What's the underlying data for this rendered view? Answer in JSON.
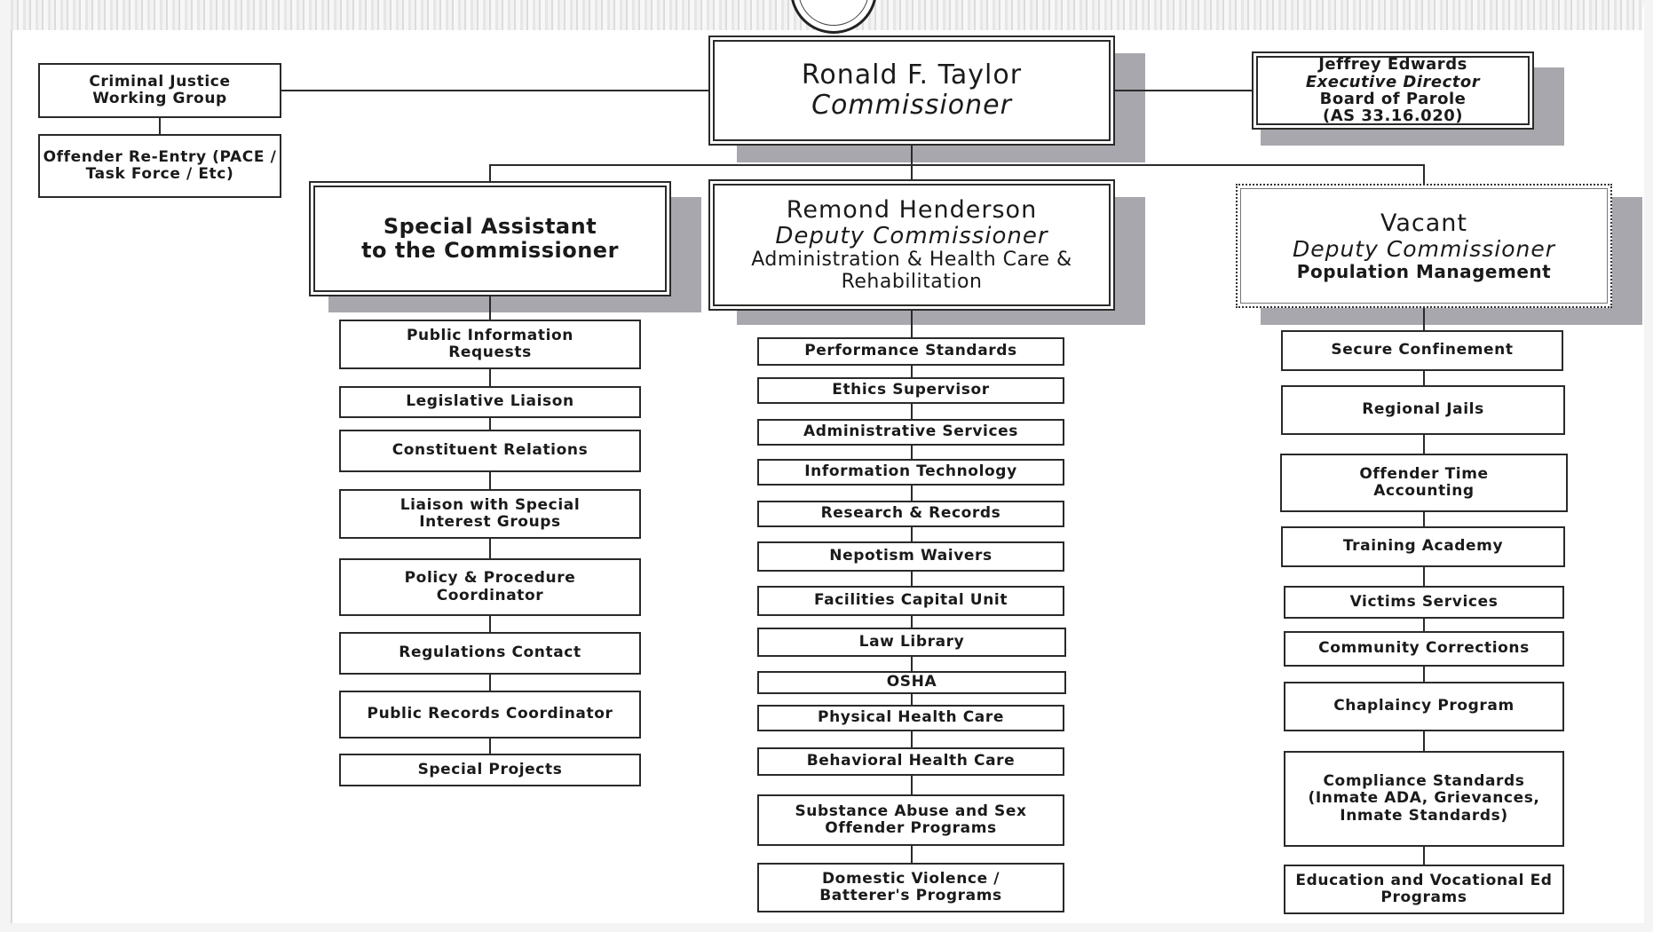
{
  "left_boxes": {
    "criminal_justice": "Criminal Justice Working Group",
    "reentry": "Offender Re-Entry (PACE / Task Force / Etc)"
  },
  "commissioner": {
    "name": "Ronald F. Taylor",
    "title": "Commissioner"
  },
  "parole": {
    "name": "Jeffrey Edwards",
    "title": "Executive Director",
    "unit": "Board of Parole",
    "statute": "(AS 33.16.020)"
  },
  "special_assistant": {
    "line1": "Special Assistant",
    "line2": "to the Commissioner",
    "units": [
      "Public Information Requests",
      "Legislative Liaison",
      "Constituent Relations",
      "Liaison with Special Interest Groups",
      "Policy & Procedure Coordinator",
      "Regulations Contact",
      "Public Records Coordinator",
      "Special Projects"
    ]
  },
  "deputy_admin": {
    "name": "Remond Henderson",
    "title": "Deputy Commissioner",
    "division": "Administration & Health Care & Rehabilitation",
    "units": [
      "Performance Standards",
      "Ethics Supervisor",
      "Administrative Services",
      "Information Technology",
      "Research & Records",
      "Nepotism Waivers",
      "Facilities Capital Unit",
      "Law Library",
      "OSHA",
      "Physical Health Care",
      "Behavioral Health Care",
      "Substance Abuse and Sex Offender Programs",
      "Domestic Violence / Batterer's Programs"
    ]
  },
  "deputy_pop": {
    "name": "Vacant",
    "title": "Deputy Commissioner",
    "division": "Population Management",
    "units": [
      "Secure Confinement",
      "Regional Jails",
      "Offender Time Accounting",
      "Training Academy",
      "Victims Services",
      "Community Corrections",
      "Chaplaincy Program",
      "Compliance Standards (Inmate ADA, Grievances, Inmate Standards)",
      "Education and Vocational Ed Programs"
    ]
  },
  "colors": {
    "line": "#2a2a2a",
    "shadow": "#a7a7ad",
    "box_bg": "#ffffff"
  }
}
